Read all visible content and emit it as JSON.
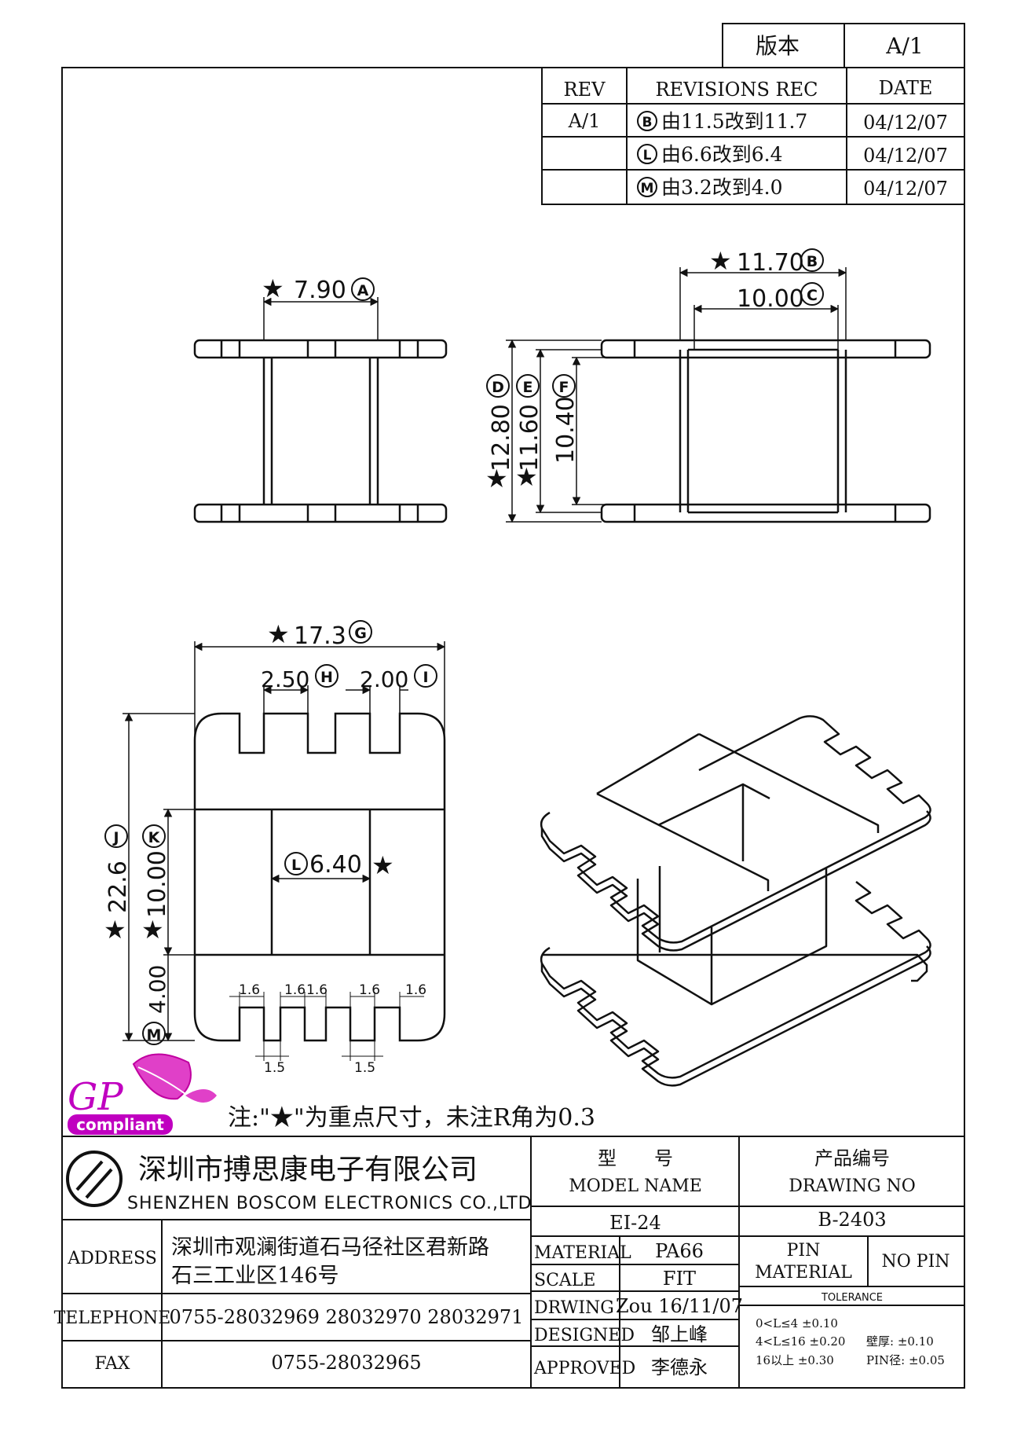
{
  "version_box": {
    "label": "版本",
    "value": "A/1"
  },
  "revisions": {
    "headers": [
      "REV",
      "REVISIONS REC",
      "DATE"
    ],
    "rev": "A/1",
    "rows": [
      {
        "mark": "B",
        "text": "由11.5改到11.7",
        "date": "04/12/07"
      },
      {
        "mark": "L",
        "text": "由6.6改到6.4",
        "date": "04/12/07"
      },
      {
        "mark": "M",
        "text": "由3.2改到4.0",
        "date": "04/12/07"
      }
    ]
  },
  "dimensions": {
    "A": {
      "star": "★",
      "value": "7.90",
      "mark": "A"
    },
    "B": {
      "star": "★",
      "value": "11.70",
      "mark": "B"
    },
    "C": {
      "value": "10.00",
      "mark": "C"
    },
    "D": {
      "star": "★",
      "value": "12.80",
      "mark": "D"
    },
    "E": {
      "star": "★",
      "value": "11.60",
      "mark": "E"
    },
    "F": {
      "value": "10.40",
      "mark": "F"
    },
    "G": {
      "star": "★",
      "value": "17.3",
      "mark": "G"
    },
    "H": {
      "value": "2.50",
      "mark": "H"
    },
    "I": {
      "value": "2.00",
      "mark": "I"
    },
    "J": {
      "star": "★",
      "value": "22.6",
      "mark": "J"
    },
    "K": {
      "star": "★",
      "value": "10.00",
      "mark": "K"
    },
    "L": {
      "star": "★",
      "value": "6.40",
      "mark": "L"
    },
    "M": {
      "value": "4.00",
      "mark": "M"
    },
    "small": [
      "1.6",
      "1.6",
      "1.6",
      "1.6",
      "1.6",
      "1.5",
      "1.5"
    ]
  },
  "note": "注:\"★\"为重点尺寸，未注R角为0.3",
  "logo": {
    "gp": "GP",
    "compliant": "compliant"
  },
  "company": {
    "name_cn": "深圳市搏思康电子有限公司",
    "name_en": "SHENZHEN BOSCOM ELECTRONICS CO.,LTD"
  },
  "title_block": {
    "model_label_cn": "型　　号",
    "model_label_en": "MODEL NAME",
    "model": "EI-24",
    "drawing_label_cn": "产品编号",
    "drawing_label_en": "DRAWING NO",
    "drawing_no": "B-2403",
    "address_label": "ADDRESS",
    "address_line1": "深圳市观澜街道石马径社区君新路",
    "address_line2": "石三工业区146号",
    "telephone_label": "TELEPHONE",
    "telephone": "0755-28032969 28032970 28032971",
    "fax_label": "FAX",
    "fax": "0755-28032965",
    "material_label": "MATERIAL",
    "material": "PA66",
    "scale_label": "SCALE",
    "scale": "FIT",
    "drawing_label": "DRWING",
    "drawing": "Zou 16/11/07",
    "designed_label": "DESIGNED",
    "designed": "邹上峰",
    "approved_label": "APPROVED",
    "approved": "李德永",
    "pin_material_label1": "PIN",
    "pin_material_label2": "MATERIAL",
    "pin_material": "NO PIN",
    "tolerance_label": "TOLERANCE",
    "tolerance_lines": [
      "0<L≤4 ±0.10",
      "4<L≤16 ±0.20",
      "16以上 ±0.30"
    ],
    "tolerance_extra": [
      "壁厚: ±0.10",
      "PIN径: ±0.05"
    ]
  }
}
